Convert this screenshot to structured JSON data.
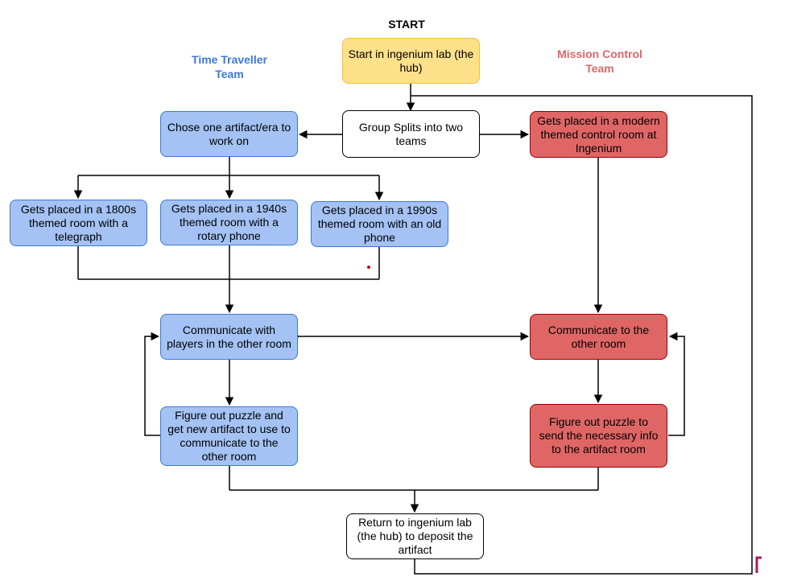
{
  "labels": {
    "start": "START",
    "time_traveller_team": "Time Traveller Team",
    "mission_control_team": "Mission Control Team"
  },
  "nodes": {
    "start_lab": "Start in ingenium lab (the hub)",
    "group_splits": "Group Splits into two teams",
    "choose_artifact": "Chose one artifact/era to work on",
    "control_room": "Gets placed in a modern themed control room at Ingenium",
    "room_1800s": "Gets placed in a 1800s themed room with a telegraph",
    "room_1940s": "Gets placed in a 1940s themed room with a rotary phone",
    "room_1990s": "Gets placed in a 1990s themed room with an old phone",
    "communicate_players": "Communicate with players in the other room",
    "communicate_other": "Communicate to the other room",
    "puzzle_tt": "Figure out puzzle and get new artifact to use to communicate to the other room",
    "puzzle_mc": "Figure out puzzle to send the necessary info to the artifact room",
    "return_lab": "Return to ingenium lab (the hub) to deposit the artifact"
  },
  "colors": {
    "yellow_fill": "#fde08a",
    "blue_fill": "#a4c2f4",
    "red_fill": "#e06666",
    "time_traveller_label": "#3c78d8",
    "mission_control_label": "#e06666",
    "loop_marker": "#a61c5c"
  }
}
